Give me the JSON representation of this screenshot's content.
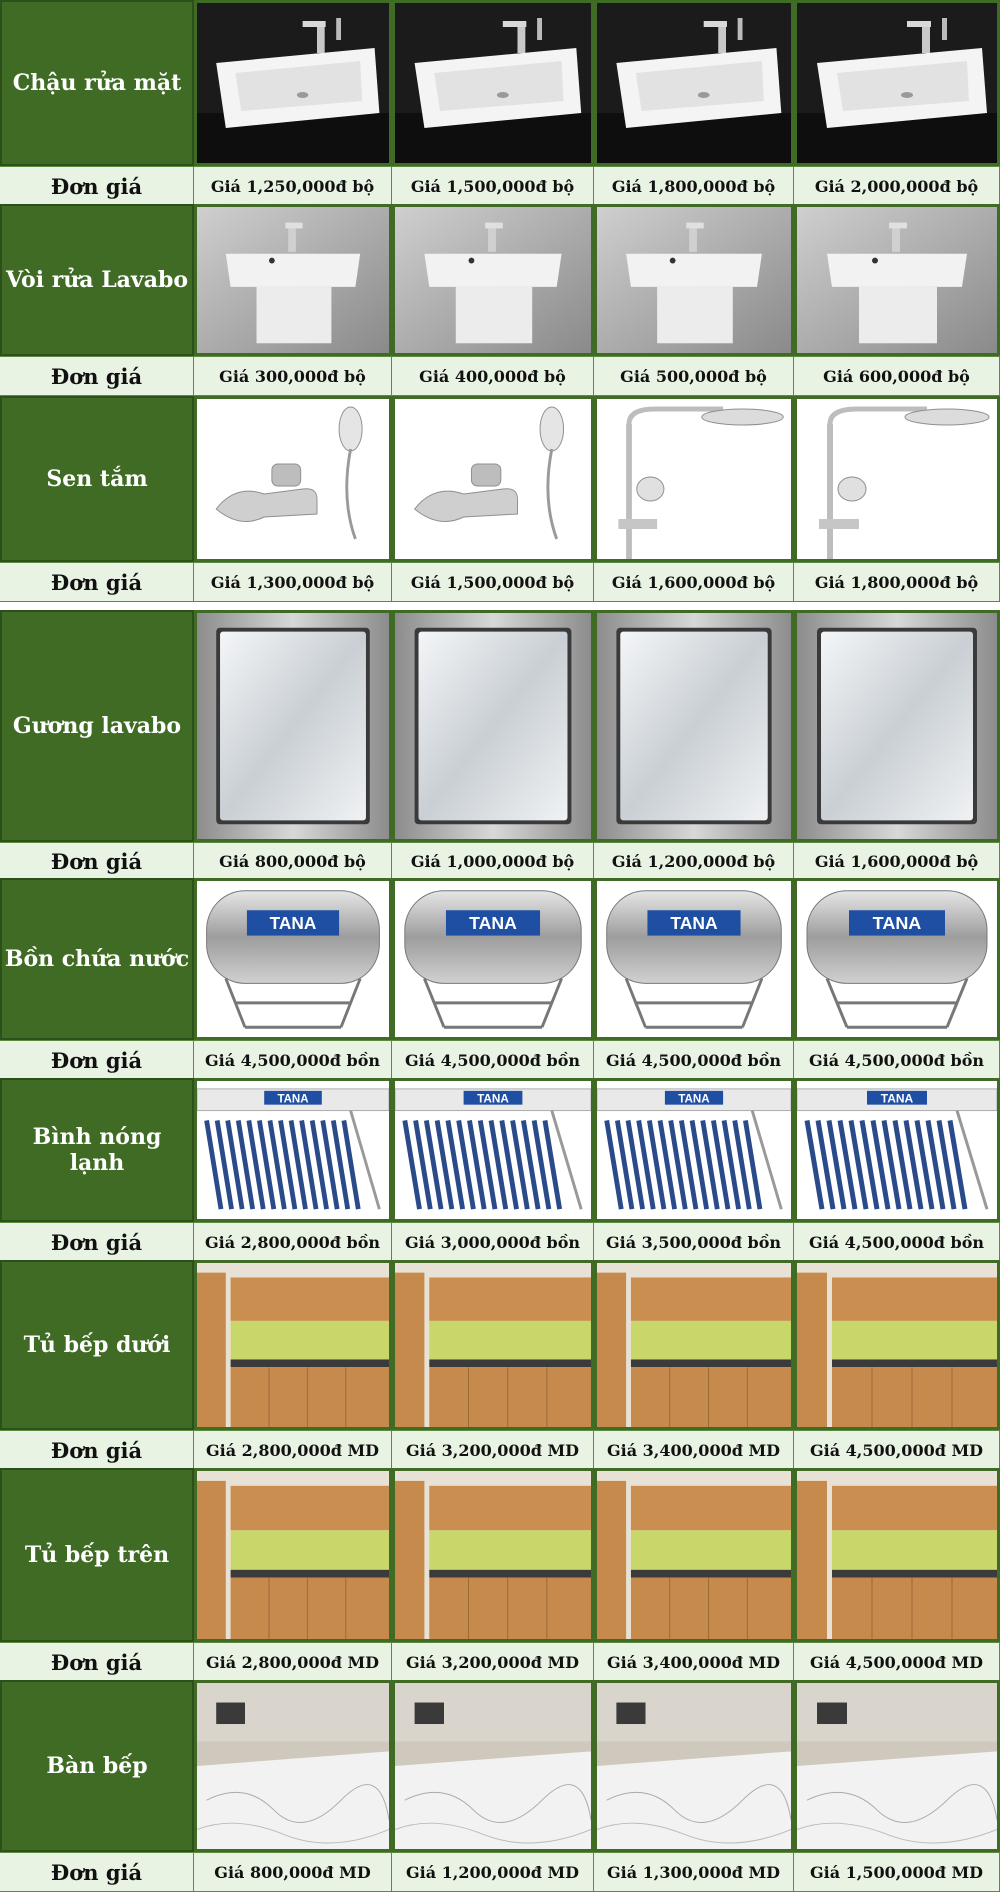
{
  "price_label": "Đơn giá",
  "rows": [
    {
      "name": "Chậu rửa mặt",
      "icon": "countertop-basin-icon",
      "prices": [
        "Giá 1,250,000đ bộ",
        "Giá 1,500,000đ bộ",
        "Giá 1,800,000đ bộ",
        "Giá 2,000,000đ bộ"
      ]
    },
    {
      "name": "Vòi rửa Lavabo",
      "icon": "pedestal-sink-icon",
      "prices": [
        "Giá 300,000đ bộ",
        "Giá 400,000đ bộ",
        "Giá 500,000đ bộ",
        "Giá 600,000đ bộ"
      ]
    },
    {
      "name": "Sen tắm",
      "icon": "shower-icon",
      "prices": [
        "Giá 1,300,000đ bộ",
        "Giá 1,500,000đ bộ",
        "Giá 1,600,000đ bộ",
        "Giá 1,800,000đ bộ"
      ]
    },
    {
      "name": "Gương lavabo",
      "icon": "mirror-icon",
      "prices": [
        "Giá 800,000đ bộ",
        "Giá 1,000,000đ bộ",
        "Giá 1,200,000đ bộ",
        "Giá 1,600,000đ bộ"
      ]
    },
    {
      "name": "Bồn chứa nước",
      "icon": "water-tank-icon",
      "brand": "TANA",
      "prices": [
        "Giá 4,500,000đ bồn",
        "Giá 4,500,000đ bồn",
        "Giá 4,500,000đ bồn",
        "Giá 4,500,000đ bồn"
      ]
    },
    {
      "name": "Bình nóng lạnh",
      "icon": "solar-heater-icon",
      "brand": "TANA",
      "prices": [
        "Giá 2,800,000đ bồn",
        "Giá 3,000,000đ bồn",
        "Giá 3,500,000đ bồn",
        "Giá 4,500,000đ bồn"
      ]
    },
    {
      "name": "Tủ bếp dưới",
      "icon": "kitchen-cabinet-icon",
      "prices": [
        "Giá 2,800,000đ MD",
        "Giá 3,200,000đ MD",
        "Giá 3,400,000đ MD",
        "Giá 4,500,000đ MD"
      ]
    },
    {
      "name": "Tủ bếp trên",
      "icon": "kitchen-cabinet-icon",
      "prices": [
        "Giá 2,800,000đ MD",
        "Giá 3,200,000đ MD",
        "Giá 3,400,000đ MD",
        "Giá 4,500,000đ MD"
      ]
    },
    {
      "name": "Bàn bếp",
      "icon": "marble-countertop-icon",
      "prices": [
        "Giá 800,000đ MD",
        "Giá 1,200,000đ MD",
        "Giá 1,300,000đ MD",
        "Giá 1,500,000đ MD"
      ]
    }
  ],
  "colors": {
    "label_bg": "#3f6b24",
    "price_bg": "#e9f3e3",
    "brand_blue": "#1f4fa3"
  }
}
